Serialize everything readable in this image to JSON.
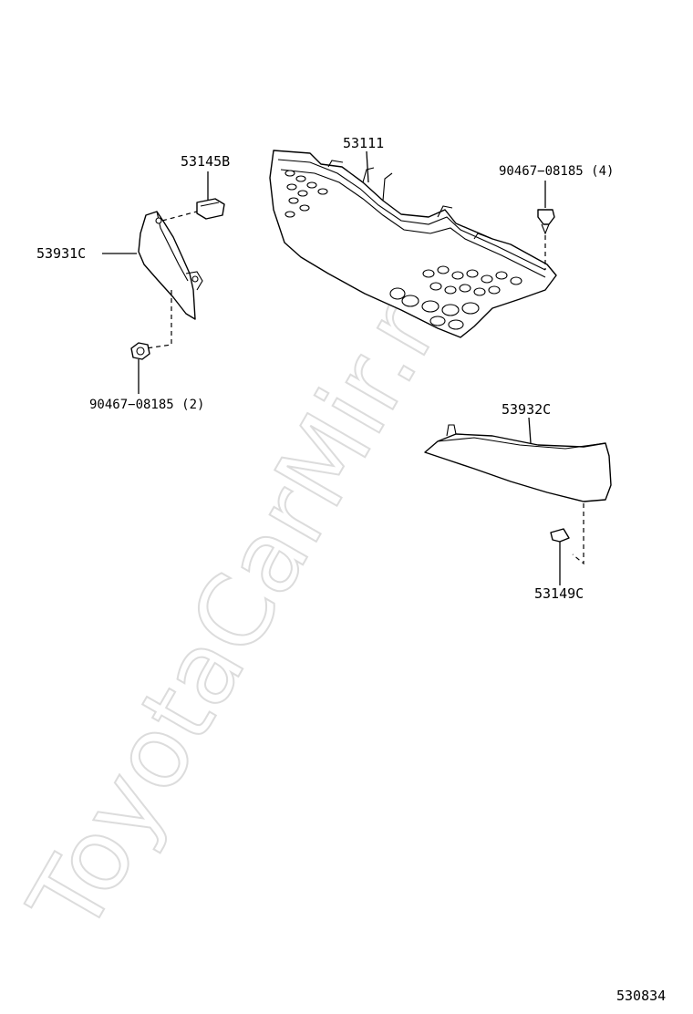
{
  "watermark": "ToyotaCarMir.ru",
  "diagram_id": "530834",
  "parts": {
    "grille": "53111",
    "bracket_upper": "53145B",
    "molding_left": "53931C",
    "molding_right": "53932C",
    "bracket_lower": "53149C",
    "clip_right": "90467−08185 (4)",
    "clip_left": "90467−08185 (2)"
  }
}
